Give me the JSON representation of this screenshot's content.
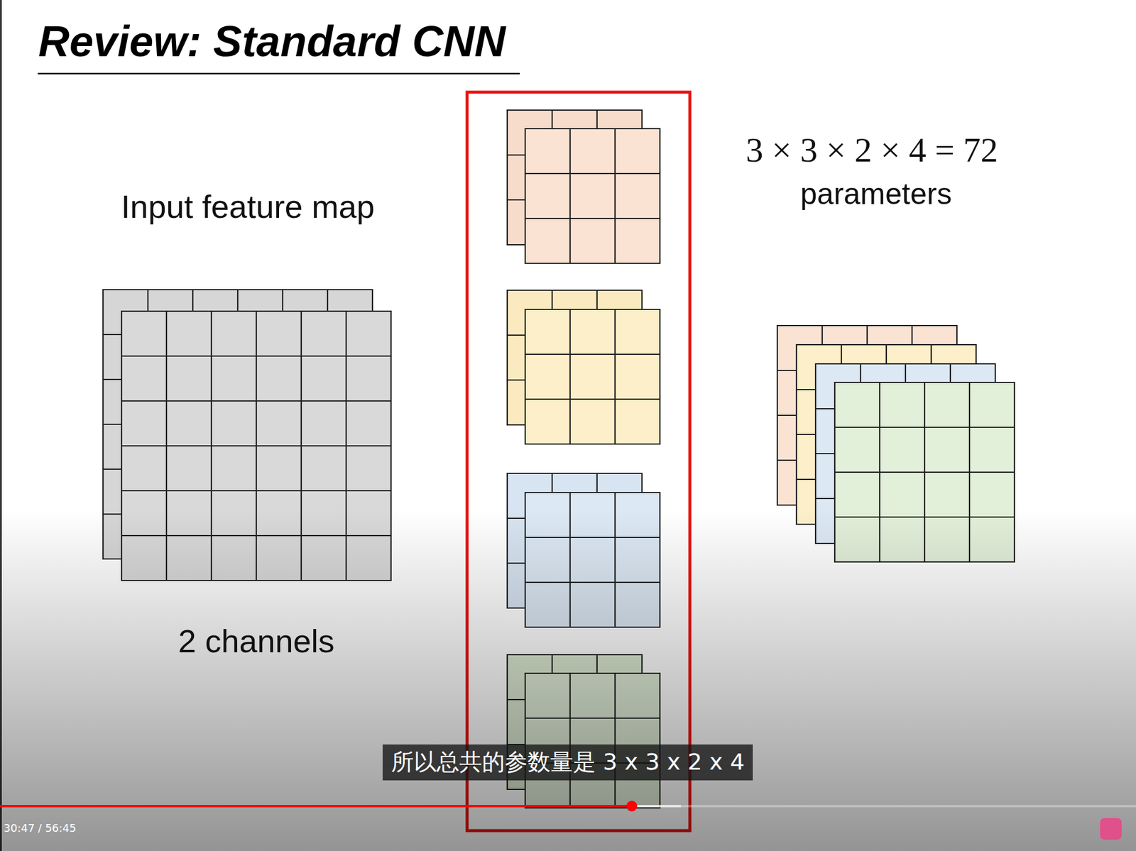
{
  "diagram": {
    "title": "Review: Standard CNN",
    "nodes": [
      {
        "text": [
          "所以总共的参数量是 3 x 3 x 2 x 4"
        ]
      }
    ],
    "labels": [
      "Input feature map",
      "2 channels",
      "3 × 3 × 2 × 4 = 72",
      "parameters",
      "30:47 / 56:45"
    ]
  }
}
